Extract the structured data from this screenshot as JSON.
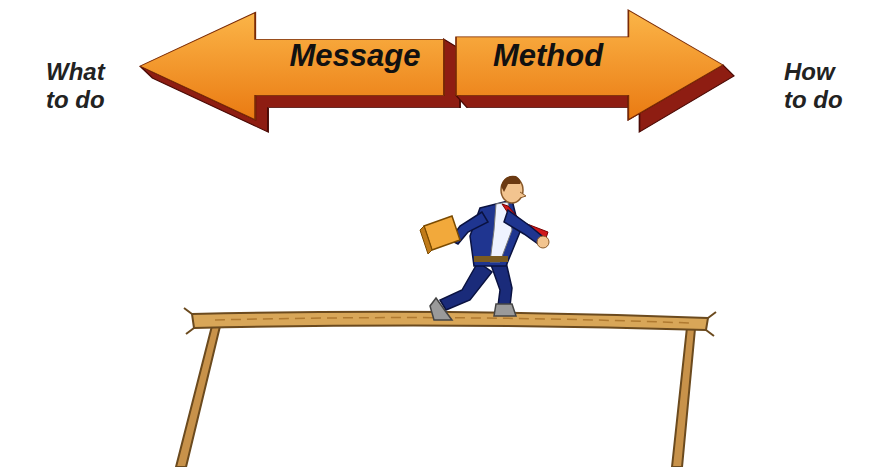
{
  "diagram": {
    "nodes": [
      {
        "text": [
          "Message"
        ]
      },
      {
        "text": [
          "Method"
        ]
      }
    ],
    "labels": [
      "What to do",
      "How to do"
    ]
  }
}
